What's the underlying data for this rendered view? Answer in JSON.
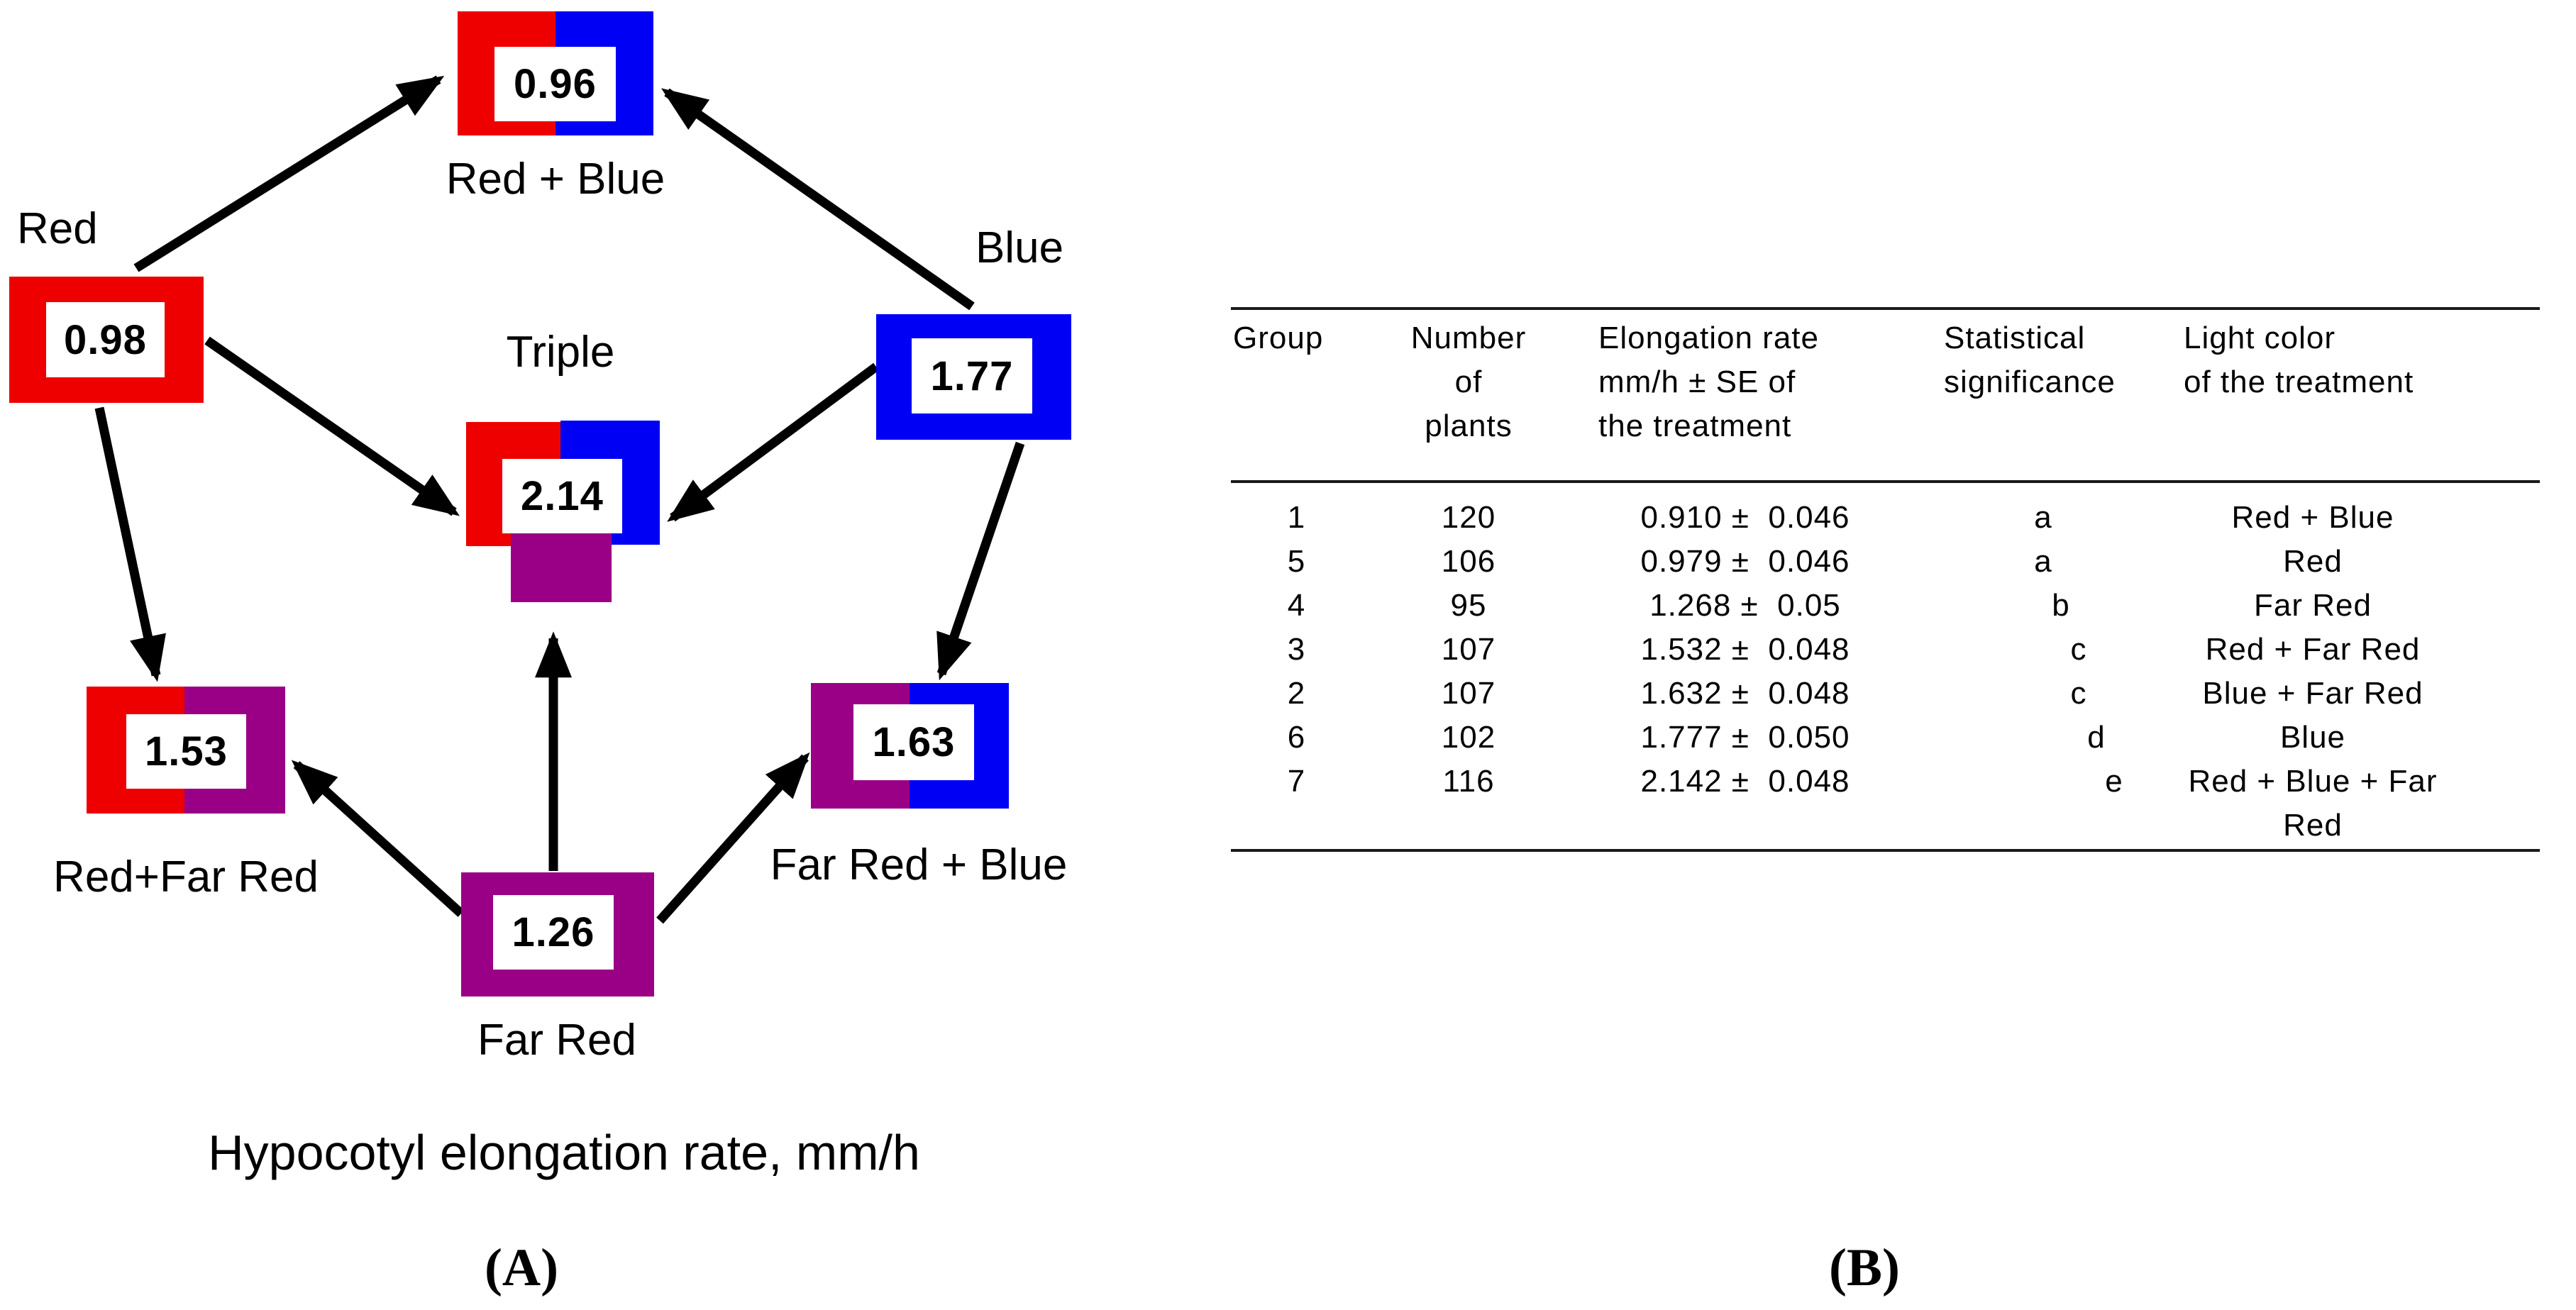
{
  "panel_a": {
    "caption": "Hypocotyl elongation rate, mm/h",
    "panel_label": "(A)",
    "nodes": [
      {
        "id": "red",
        "label": "Red",
        "value": "0.98",
        "swatch": [
          "red"
        ]
      },
      {
        "id": "red_blue",
        "label": "Red + Blue",
        "value": "0.96",
        "swatch": [
          "red",
          "blue"
        ]
      },
      {
        "id": "blue",
        "label": "Blue",
        "value": "1.77",
        "swatch": [
          "blue"
        ]
      },
      {
        "id": "triple",
        "label": "Triple",
        "value": "2.14",
        "swatch": [
          "red",
          "blue",
          "purple"
        ]
      },
      {
        "id": "red_far_red",
        "label": "Red+Far Red",
        "value": "1.53",
        "swatch": [
          "red",
          "purple"
        ]
      },
      {
        "id": "far_red_blue",
        "label": "Far Red + Blue",
        "value": "1.63",
        "swatch": [
          "purple",
          "blue"
        ]
      },
      {
        "id": "far_red",
        "label": "Far Red",
        "value": "1.26",
        "swatch": [
          "purple"
        ]
      }
    ],
    "arrows": [
      {
        "from": "red",
        "to": "red_blue"
      },
      {
        "from": "blue",
        "to": "red_blue"
      },
      {
        "from": "red",
        "to": "triple"
      },
      {
        "from": "blue",
        "to": "triple"
      },
      {
        "from": "red",
        "to": "red_far_red"
      },
      {
        "from": "blue",
        "to": "far_red_blue"
      },
      {
        "from": "far_red",
        "to": "red_far_red"
      },
      {
        "from": "far_red",
        "to": "triple"
      },
      {
        "from": "far_red",
        "to": "far_red_blue"
      }
    ]
  },
  "panel_b": {
    "panel_label": "(B)",
    "table": {
      "headers": [
        {
          "text": "Group"
        },
        {
          "text": "Number\nof\nplants"
        },
        {
          "text": "Elongation rate\nmm/h ± SE of\nthe treatment"
        },
        {
          "text": "Statistical\nsignificance"
        },
        {
          "text": "Light color\nof the treatment"
        }
      ],
      "rows": [
        {
          "group": "1",
          "plants": "120",
          "rate": "0.910 ±  0.046",
          "significance": "a",
          "light": "Red + Blue"
        },
        {
          "group": "5",
          "plants": "106",
          "rate": "0.979 ±  0.046",
          "significance": "a",
          "light": "Red"
        },
        {
          "group": "4",
          "plants": "95",
          "rate": "1.268 ±  0.05",
          "significance": "b",
          "light": "Far Red"
        },
        {
          "group": "3",
          "plants": "107",
          "rate": "1.532 ±  0.048",
          "significance": "c",
          "light": "Red + Far Red"
        },
        {
          "group": "2",
          "plants": "107",
          "rate": "1.632 ±  0.048",
          "significance": "c",
          "light": "Blue + Far Red"
        },
        {
          "group": "6",
          "plants": "102",
          "rate": "1.777 ±  0.050",
          "significance": "d",
          "light": "Blue"
        },
        {
          "group": "7",
          "plants": "116",
          "rate": "2.142 ±  0.048",
          "significance": "e",
          "light": "Red + Blue + Far Red"
        }
      ]
    }
  },
  "colors": {
    "red": "#ee0000",
    "blue": "#0000f5",
    "purple": "#990085",
    "line": "#000000"
  }
}
